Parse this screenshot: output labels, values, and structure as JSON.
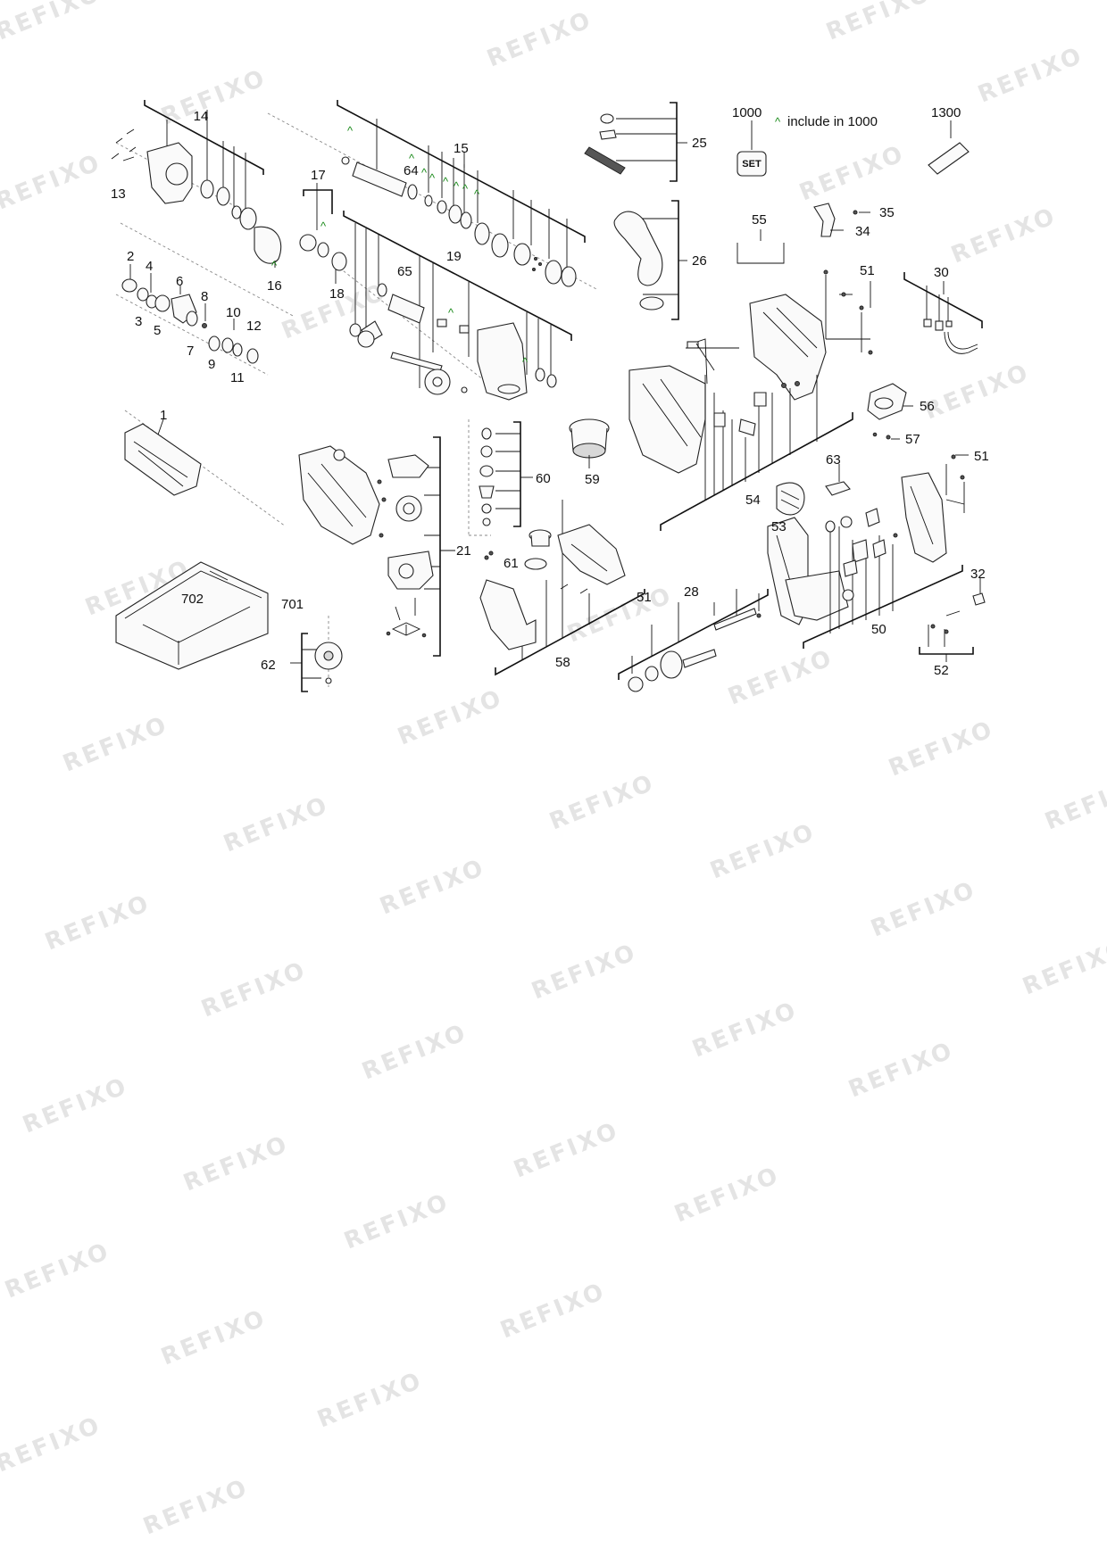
{
  "watermark": "REFIXO",
  "legend": {
    "caret": "^",
    "text": "include in 1000"
  },
  "set_icon_text": "SET",
  "labels": {
    "p1": "1",
    "p2": "2",
    "p3": "3",
    "p4": "4",
    "p5": "5",
    "p6": "6",
    "p7": "7",
    "p8": "8",
    "p9": "9",
    "p10": "10",
    "p11": "11",
    "p12": "12",
    "p13": "13",
    "p14": "14",
    "p15": "15",
    "p16": "16",
    "p17": "17",
    "p18": "18",
    "p19": "19",
    "p21": "21",
    "p25": "25",
    "p26": "26",
    "p28": "28",
    "p30": "30",
    "p32": "32",
    "p34": "34",
    "p35": "35",
    "p50": "50",
    "p51a": "51",
    "p51b": "51",
    "p51c": "51",
    "p52": "52",
    "p53": "53",
    "p54": "54",
    "p55": "55",
    "p56": "56",
    "p57": "57",
    "p58": "58",
    "p59": "59",
    "p60": "60",
    "p61": "61",
    "p62": "62",
    "p63": "63",
    "p64": "64",
    "p65": "65",
    "p701": "701",
    "p702": "702",
    "p1000": "1000",
    "p1300": "1300"
  },
  "colors": {
    "caret": "#1a8a1a",
    "watermark": "#e4e4e4",
    "ink": "#111111"
  }
}
